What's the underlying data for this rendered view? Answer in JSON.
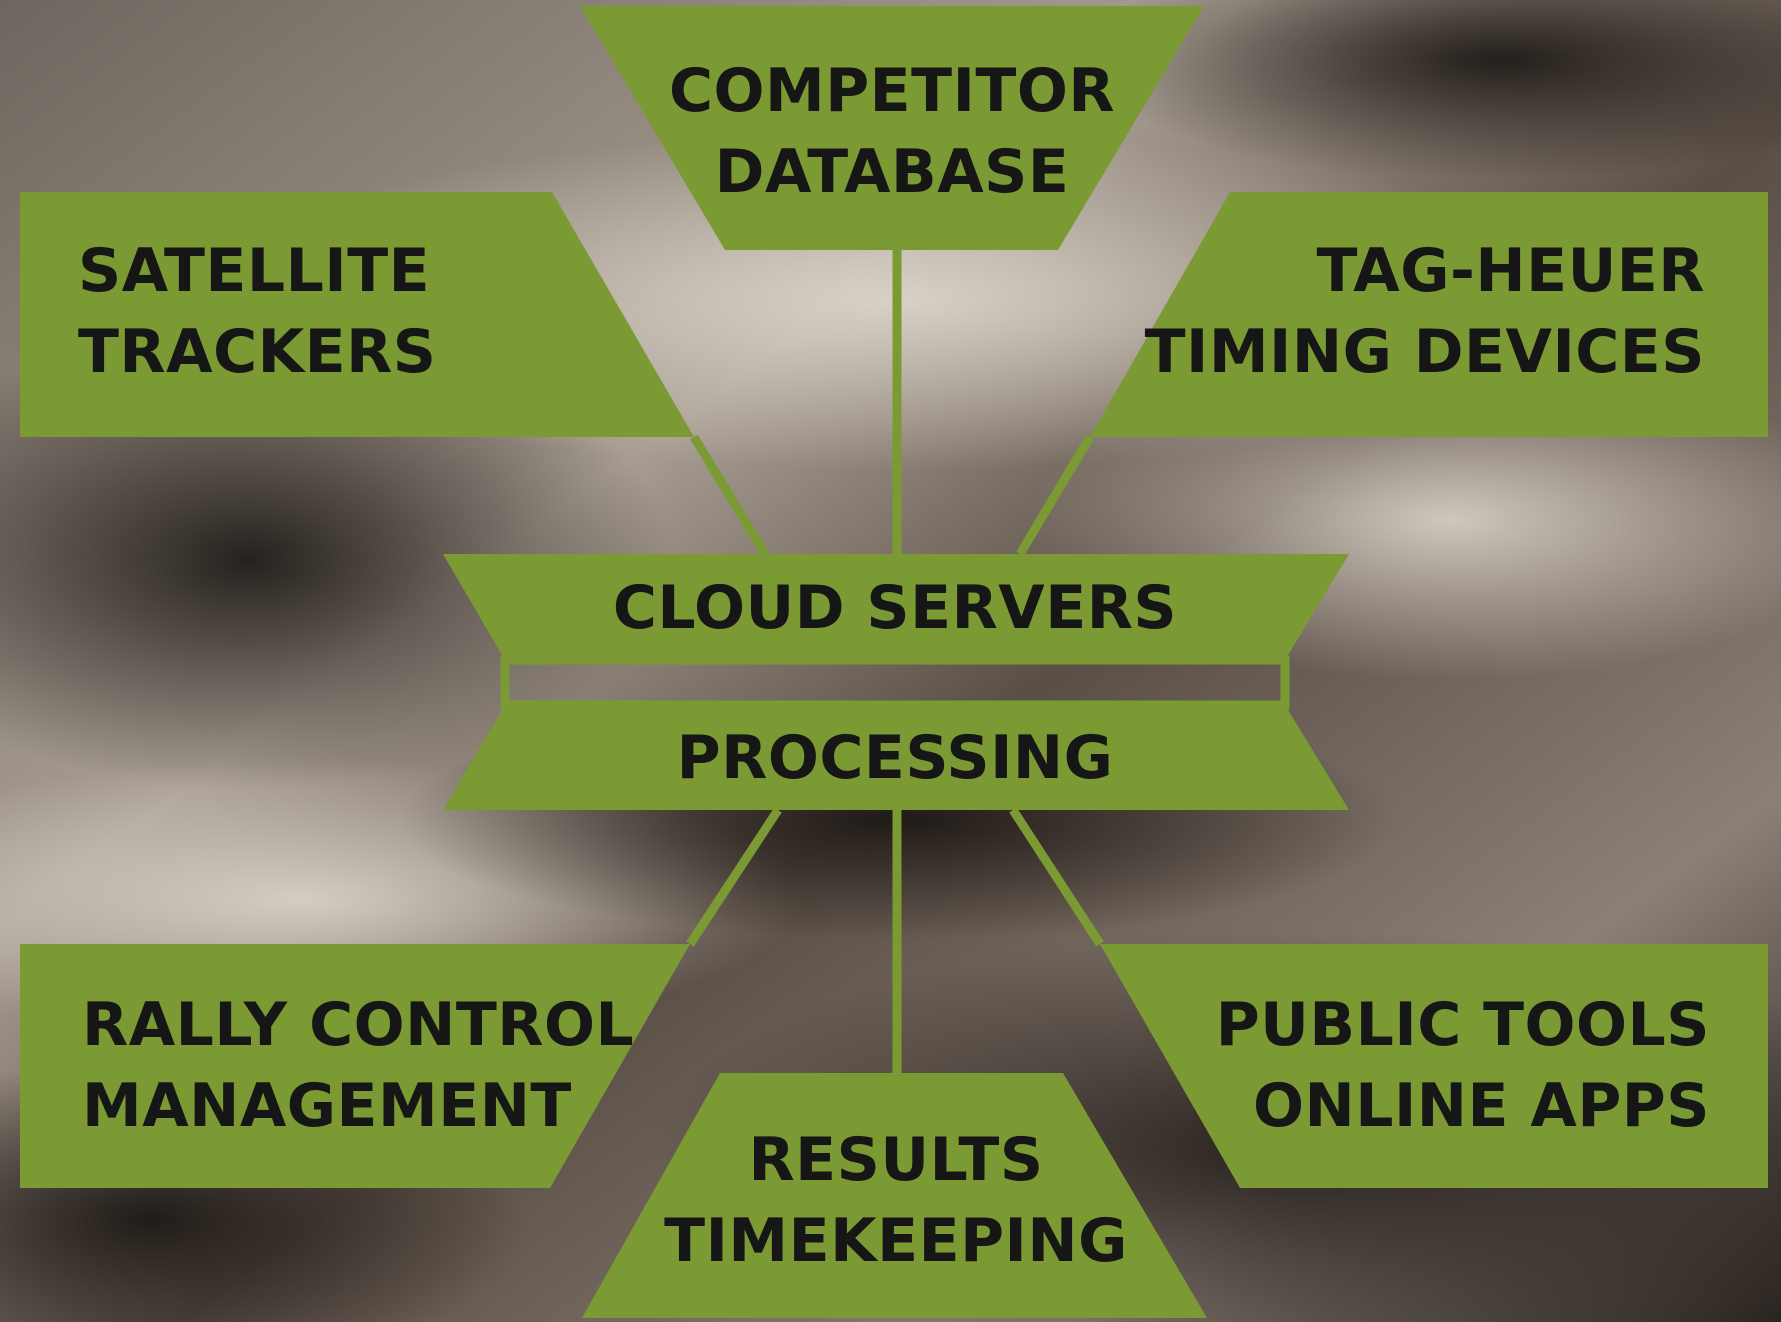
{
  "colors": {
    "box_fill": "#7c9a33",
    "connector": "#7c9a33",
    "text": "#161616",
    "background_dark": "#2a2420",
    "background_light": "#d6cdc2"
  },
  "nodes": {
    "competitor_database": [
      "COMPETITOR",
      "DATABASE"
    ],
    "satellite_trackers": [
      "SATELLITE",
      "TRACKERS"
    ],
    "tag_heuer": [
      "TAG-HEUER",
      "TIMING DEVICES"
    ],
    "cloud_servers": [
      "CLOUD SERVERS"
    ],
    "processing": [
      "PROCESSING"
    ],
    "rally_control": [
      "RALLY CONTROL",
      "MANAGEMENT"
    ],
    "public_tools": [
      "PUBLIC TOOLS",
      "ONLINE APPS"
    ],
    "results": [
      "RESULTS",
      "TIMEKEEPING"
    ]
  }
}
